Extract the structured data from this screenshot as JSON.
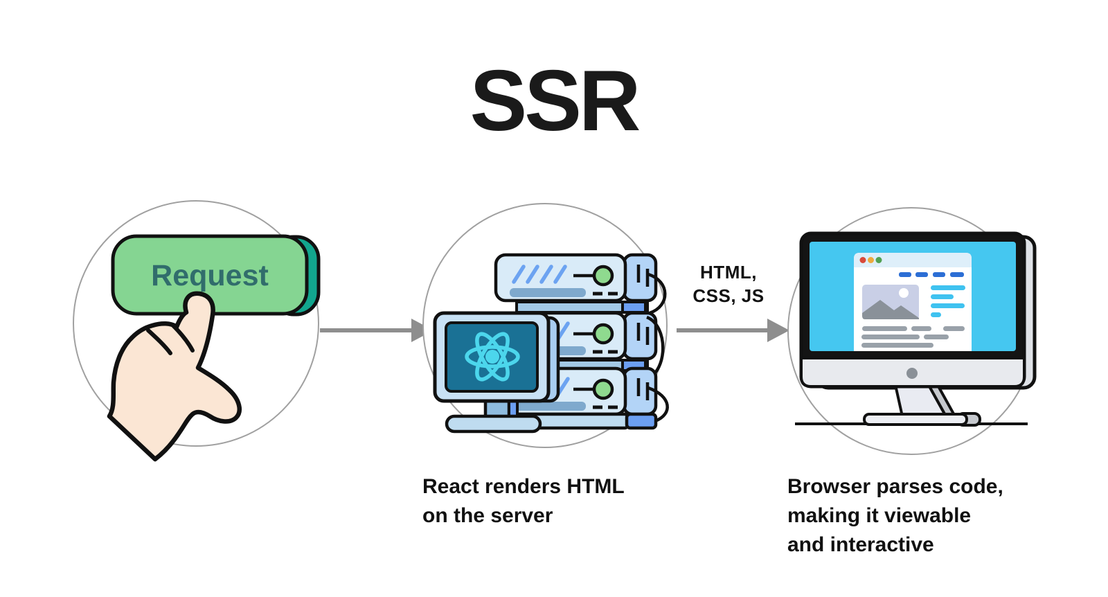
{
  "title": "SSR",
  "flow": {
    "request": {
      "button_label": "Request"
    },
    "transfer": {
      "label_lines": [
        "HTML,",
        "CSS, JS"
      ]
    },
    "server": {
      "caption_lines": [
        "React renders HTML",
        "on the server"
      ]
    },
    "browser": {
      "caption_lines": [
        "Browser parses code,",
        "making it viewable",
        "and interactive"
      ]
    }
  },
  "colors": {
    "outline": "#111111",
    "circle_stroke": "#a0a0a0",
    "arrow_gray": "#8e8e8e",
    "button_green": "#85d592",
    "button_side_teal": "#12a68e",
    "button_text": "#316d6c",
    "hand_skin": "#fbe6d4",
    "server_face": "#d9ebf8",
    "server_side": "#b3d4f7",
    "server_slash": "#6ca3f1",
    "server_bar": "#7fa9cd",
    "server_accent": "#6c9ff2",
    "server_connector": "#a3c9e6",
    "server_base": "#bfdcf0",
    "led_green": "#8fda8f",
    "monitor_bezel": "#c8e1f5",
    "monitor_bezel_back": "#a9cdf0",
    "react_screen": "#1a7195",
    "react_logo": "#4cd6ec",
    "monitor_stand": "#8fbcdf",
    "imac_screen": "#45c7f0",
    "imac_body": "#141414",
    "imac_chin": "#e8eaee",
    "imac_gray": "#c6c9ce",
    "imac_stand": "#e9ebf2",
    "chin_dot": "#8a9097",
    "browser_topbar": "#deeffa",
    "dot_red": "#d84a3b",
    "dot_yellow": "#edaa3e",
    "dot_green": "#51a153",
    "nav_dash_blue": "#2c6ed5",
    "content_cyan": "#3fc2f0",
    "image_placeholder": "#c9cfe6",
    "mountain_gray": "#8a9199",
    "text_line_gray": "#99a1a9"
  }
}
